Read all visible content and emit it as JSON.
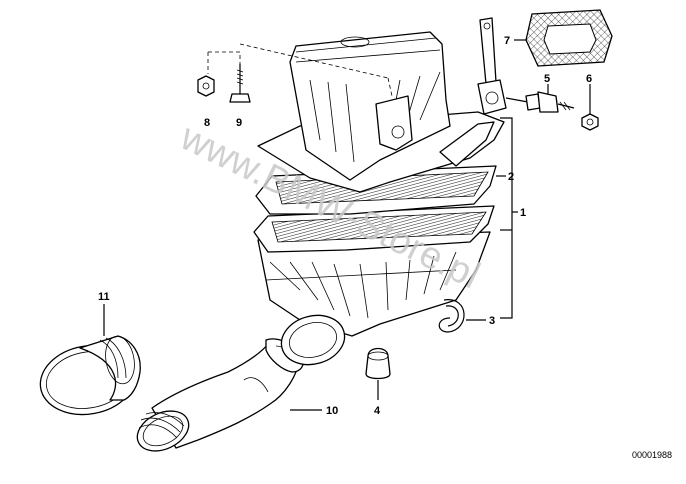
{
  "watermark": "www.BMW-Store.pl",
  "document_id": "00001988",
  "callouts": {
    "c1": "1",
    "c2": "2",
    "c3": "3",
    "c4": "4",
    "c5": "5",
    "c6": "6",
    "c7": "7",
    "c8": "8",
    "c9": "9",
    "c10": "10",
    "c11": "11"
  }
}
